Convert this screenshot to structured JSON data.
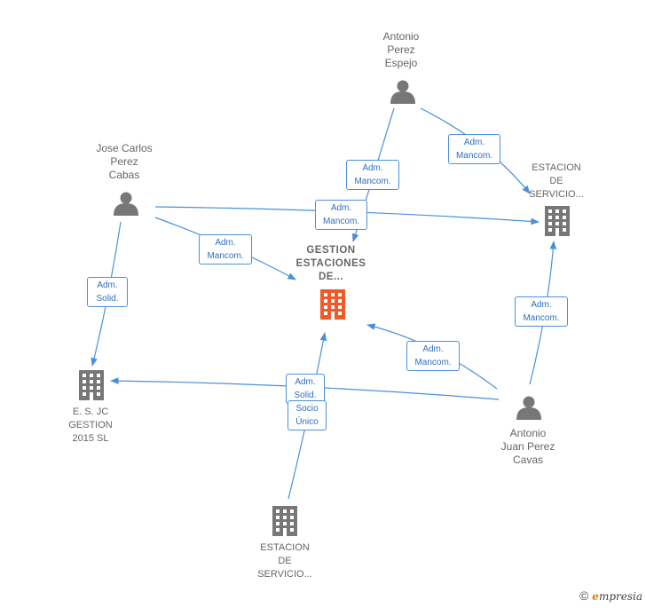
{
  "nodes": {
    "center": {
      "label": "GESTION\nESTACIONES\nDE..."
    },
    "antonio_perez_espejo": {
      "label": "Antonio\nPerez\nEspejo"
    },
    "jose_carlos": {
      "label": "Jose Carlos\nPerez\nCabas"
    },
    "estacion_top": {
      "label": "ESTACION\nDE\nSERVICIO..."
    },
    "es_jc": {
      "label": "E.  S. JC\nGESTION\n2015  SL"
    },
    "antonio_juan": {
      "label": "Antonio\nJuan Perez\nCavas"
    },
    "estacion_bottom": {
      "label": "ESTACION\nDE\nSERVICIO..."
    }
  },
  "edges": {
    "e1": "Adm.\nMancom.",
    "e2": "Adm.\nMancom.",
    "e3": "Adm.\nMancom.",
    "e4": "Adm.\nMancom.",
    "e5": "Adm.\nSolid.",
    "e6": "Adm.\nMancom.",
    "e7": "Adm.\nMancom.",
    "e8": "Adm.\nSolid.",
    "e9": "Socio\nÚnico"
  },
  "footer": {
    "copyright": "©",
    "brand_e": "e",
    "brand_rest": "mpresia"
  },
  "colors": {
    "edge": "#4a90d9",
    "person": "#777777",
    "company": "#777777",
    "center_company": "#f05a28"
  }
}
